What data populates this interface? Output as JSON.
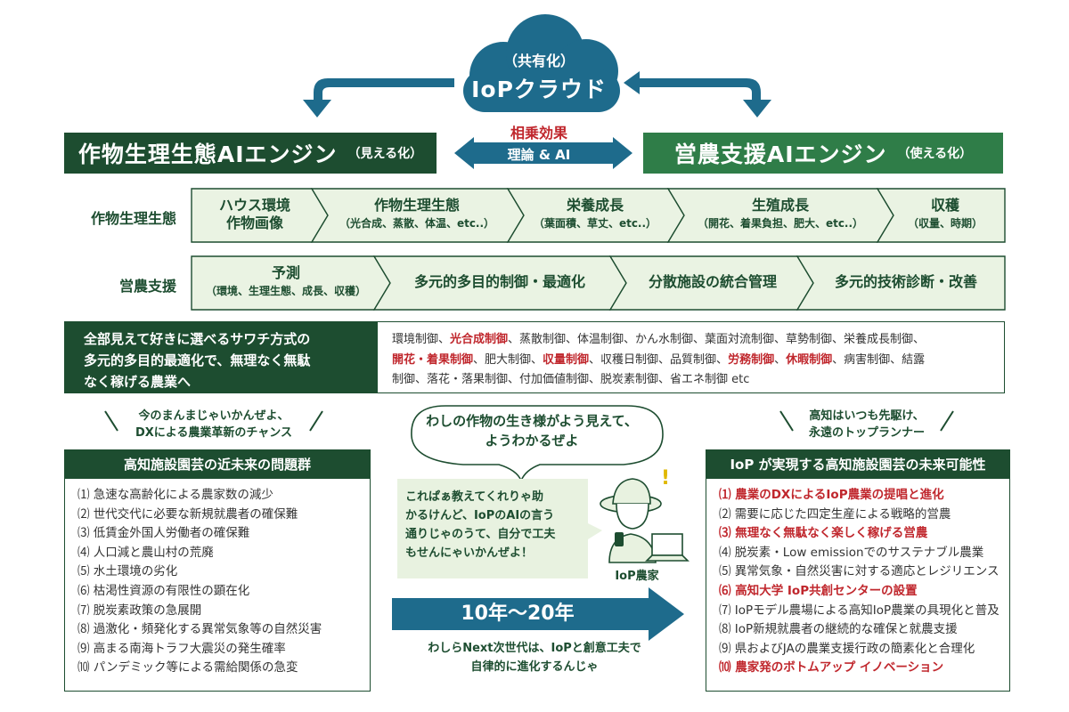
{
  "cloud": {
    "sub": "（共有化）",
    "title": "IoPクラウド"
  },
  "engines": {
    "left": {
      "title": "作物生理生態AIエンジン",
      "sub": "（見える化）"
    },
    "right": {
      "title": "営農支援AIエンジン",
      "sub": "（使える化）"
    },
    "synergy": "相乗効果",
    "theory": "理論 & AI"
  },
  "process_rows": [
    {
      "label": "作物生理生態",
      "segments": [
        {
          "main": "ハウス環境",
          "sub": "作物画像",
          "sub_style": "main"
        },
        {
          "main": "作物生理生態",
          "sub": "（光合成、蒸散、体温、etc..）"
        },
        {
          "main": "栄養成長",
          "sub": "（葉面積、草丈、etc..）"
        },
        {
          "main": "生殖成長",
          "sub": "（開花、着果負担、肥大、etc..）"
        },
        {
          "main": "収穫",
          "sub": "（収量、時期）"
        }
      ]
    },
    {
      "label": "営農支援",
      "segments": [
        {
          "main": "予測",
          "sub": "（環境、生理生態、成長、収穫）"
        },
        {
          "main": "多元的多目的制御・最適化",
          "sub": ""
        },
        {
          "main": "分散施設の統合管理",
          "sub": ""
        },
        {
          "main": "多元的技術診断・改善",
          "sub": ""
        }
      ]
    }
  ],
  "optimization": {
    "head_lines": [
      "全部見えて好きに選べるサワチ方式の",
      "多元的多目的最適化で、無理なく無駄",
      "なく稼げる農業へ"
    ],
    "controls": [
      [
        {
          "t": "環境制御、"
        },
        {
          "t": "光合成制御",
          "hl": true
        },
        {
          "t": "、蒸散制御、体温制御、かん水制御、葉面対流制御、草勢制御、栄養成長制御、"
        }
      ],
      [
        {
          "t": "開花・着果制御",
          "hl": true
        },
        {
          "t": "、肥大制御、"
        },
        {
          "t": "収量制御",
          "hl": true
        },
        {
          "t": "、収穫日制御、品質制御、"
        },
        {
          "t": "労務制御",
          "hl": true
        },
        {
          "t": "、"
        },
        {
          "t": "休暇制御",
          "hl": true
        },
        {
          "t": "、病害制御、結露"
        }
      ],
      [
        {
          "t": "制御、落花・落果制御、付加価値制御、脱炭素制御、省エネ制御 etc"
        }
      ]
    ]
  },
  "slogans": {
    "left": [
      "今のまんまじゃいかんぜよ、",
      "DXによる農業革新のチャンス"
    ],
    "right": [
      "高知はいつも先駆け、",
      "永遠のトップランナー"
    ]
  },
  "speech": [
    "わしの作物の生き様がよう見えて、",
    "ようわかるぜよ"
  ],
  "problems": {
    "title": "高知施設園芸の近未来の問題群",
    "items": [
      {
        "text": "⑴ 急速な高齢化による農家数の減少"
      },
      {
        "text": "⑵ 世代交代に必要な新規就農者の確保難"
      },
      {
        "text": "⑶ 低賃金外国人労働者の確保難"
      },
      {
        "text": "⑷ 人口減と農山村の荒廃"
      },
      {
        "text": "⑸ 水土環境の劣化"
      },
      {
        "text": "⑹ 枯渇性資源の有限性の顕在化"
      },
      {
        "text": "⑺ 脱炭素政策の急展開"
      },
      {
        "text": "⑻ 過激化・頻発化する異常気象等の自然災害"
      },
      {
        "text": "⑼ 高まる南海トラフ大震災の発生確率"
      },
      {
        "text": "⑽ パンデミック等による需給関係の急変"
      }
    ]
  },
  "possibilities": {
    "title": "IoP が実現する高知施設園芸の未来可能性",
    "items": [
      {
        "text": "⑴ 農業のDXによるIoP農業の提唱と進化",
        "hl": true
      },
      {
        "text": "⑵ 需要に応じた四定生産による戦略的営農"
      },
      {
        "text": "⑶ 無理なく無駄なく楽しく稼げる営農",
        "hl": true
      },
      {
        "text": "⑷ 脱炭素・Low emissionでのサステナブル農業"
      },
      {
        "text": "⑸ 異常気象・自然災害に対する適応とレジリエンス"
      },
      {
        "text": "⑹ 高知大学 IoP共創センターの設置",
        "hl": true
      },
      {
        "text": "⑺ IoPモデル農場による高知IoP農業の具現化と普及"
      },
      {
        "text": "⑻ IoP新規就農者の継続的な確保と就農支援"
      },
      {
        "text": "⑼ 県およびJAの農業支援行政の簡素化と合理化"
      },
      {
        "text": "⑽ 農家発のボトムアップ イノベーション",
        "hl": true
      }
    ]
  },
  "farmer": {
    "bubble": [
      "これぱぁ教えてくれりゃ助",
      "かるけんど、IoPのAIの言う",
      "通りじゃのうて、自分で工夫",
      "もせんにゃいかんぜよ！"
    ],
    "name": "IoP農家",
    "exclaim": "!"
  },
  "timeline": {
    "years": "10年〜20年",
    "next": [
      "わしらNext次世代は、IoPと創意工夫で",
      "自律的に進化するんじゃ"
    ]
  },
  "colors": {
    "dark_green": "#1d4d30",
    "mid_green": "#2f7d48",
    "cloud_blue": "#1e6b8c",
    "row_bg": "#eaf3e3",
    "highlight_red": "#c0272d"
  },
  "icons": [
    "cloud-icon",
    "curved-arrow-left-icon",
    "curved-arrow-right-icon",
    "double-arrow-icon",
    "farmer-illustration",
    "laptop-icon",
    "phone-icon",
    "right-arrow-icon"
  ]
}
